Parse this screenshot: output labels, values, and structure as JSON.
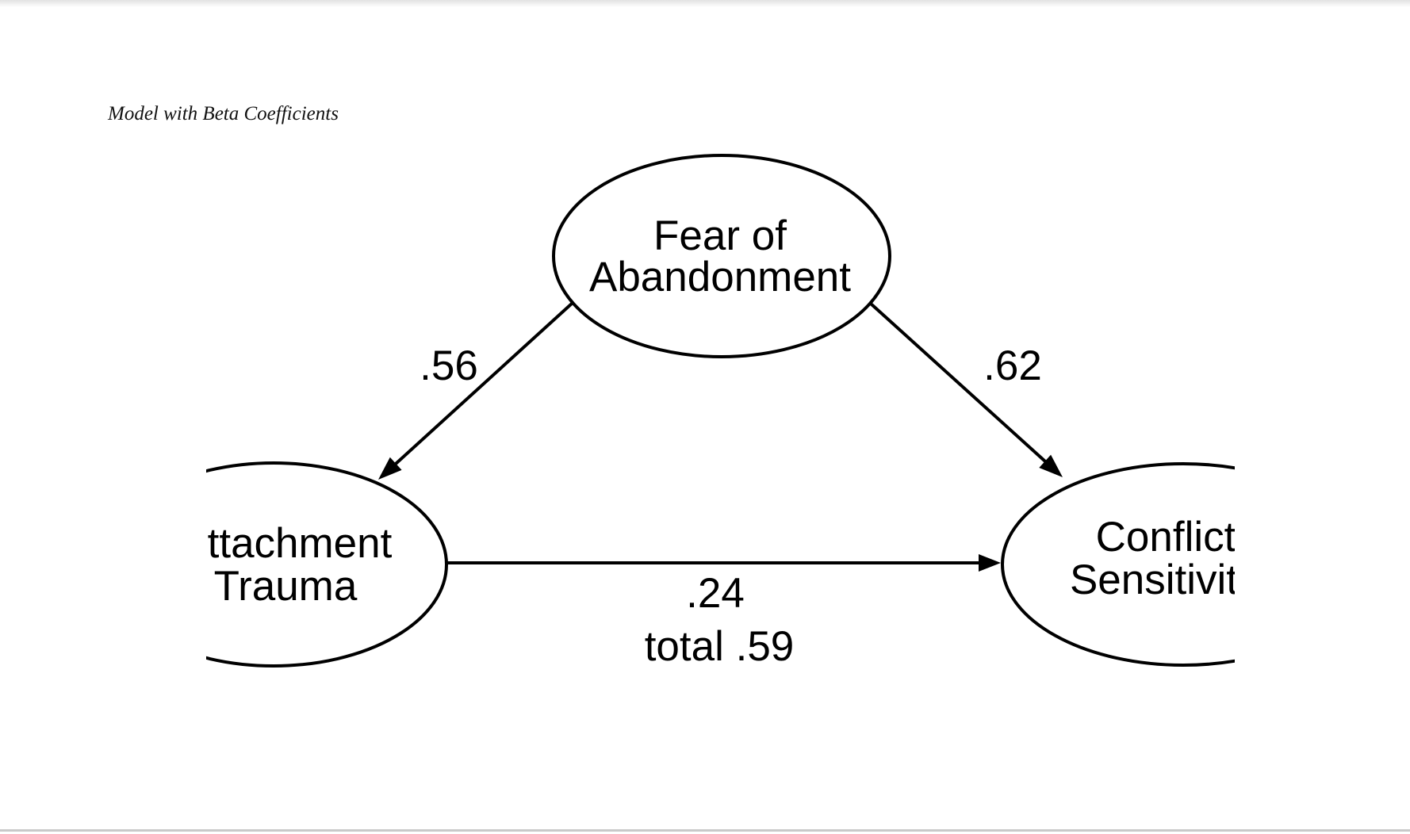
{
  "page": {
    "title": "Model with Beta Coefficients"
  },
  "diagram": {
    "stroke_color": "#000000",
    "background_color": "#ffffff",
    "nodes": {
      "fear": {
        "line1": "Fear of",
        "line2": "Abandonment"
      },
      "trauma": {
        "line1": "ttachment",
        "line2": "Trauma"
      },
      "conflict": {
        "line1": "Conflict",
        "line2": "Sensitivit"
      }
    },
    "edges": {
      "fear_trauma": {
        "label": ".56"
      },
      "fear_conflict": {
        "label": ".62"
      },
      "trauma_conflict": {
        "direct_label": ".24",
        "total_label": "total .59"
      }
    }
  }
}
